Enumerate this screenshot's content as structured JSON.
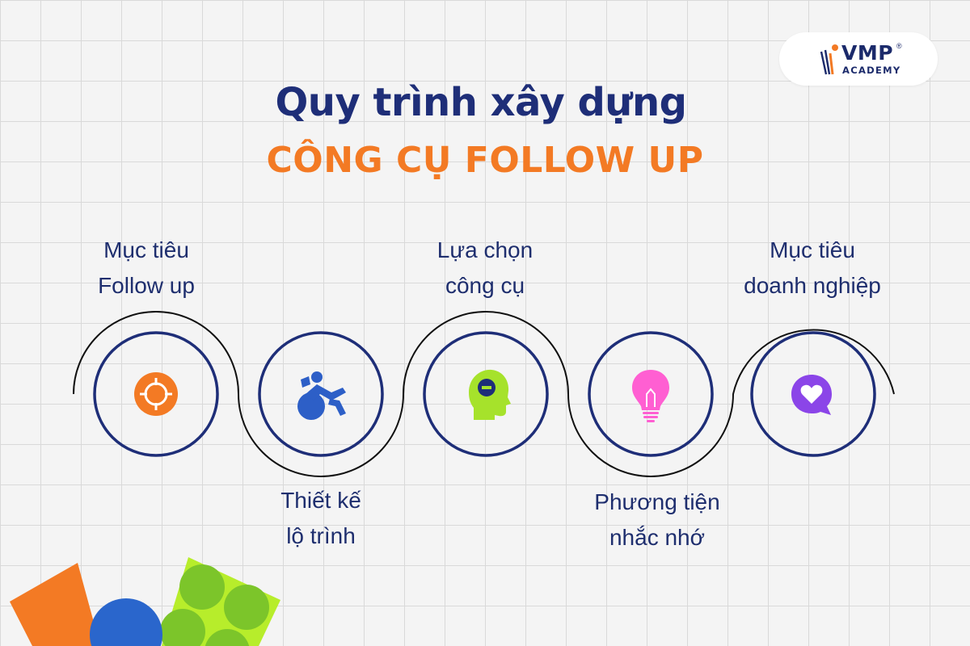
{
  "brand": {
    "name": "VMP",
    "sub": "ACADEMY",
    "reg": "®"
  },
  "title": {
    "line1": "Quy trình xây dựng",
    "line2": "CÔNG CỤ FOLLOW UP"
  },
  "steps": [
    {
      "line1": "Mục tiêu",
      "line2": "Follow up",
      "icon": "target-icon",
      "color": "#f37a24"
    },
    {
      "line1": "Thiết kế",
      "line2": "lộ trình",
      "icon": "exercise-ball-icon",
      "color": "#2d5fc7"
    },
    {
      "line1": "Lựa chọn",
      "line2": "công cụ",
      "icon": "head-idea-icon",
      "color": "#a6e22b"
    },
    {
      "line1": "Phương tiện",
      "line2": "nhắc nhớ",
      "icon": "lightbulb-icon",
      "color": "#ff5fd2"
    },
    {
      "line1": "Mục tiêu",
      "line2": "doanh nghiệp",
      "icon": "heart-chat-icon",
      "color": "#8b45e8"
    }
  ],
  "colors": {
    "navy": "#1e2e78",
    "orange": "#f37a24",
    "ring": "#1e2e78"
  }
}
